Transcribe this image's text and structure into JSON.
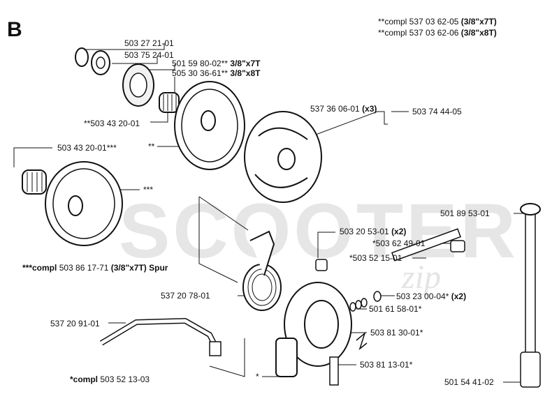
{
  "section_letter": "B",
  "watermark": {
    "main": "SCOOTER",
    "sub": "zip"
  },
  "header_notes": [
    {
      "text": "**compl 537 03 62-05 ",
      "bold": "(3/8\"x7T)"
    },
    {
      "text": "**compl 537 03 62-06 ",
      "bold": "(3/8\"x8T)"
    }
  ],
  "labels": {
    "p1": "503 27 21-01",
    "p2": "503 75 24-01",
    "p3a": "501 59 80-02** ",
    "p3a_b": "3/8\"x7T",
    "p3b": "505 30 36-61** ",
    "p3b_b": "3/8\"x8T",
    "p4": "**503 43 20-01",
    "p5": "503 43 20-01***",
    "p6": "**",
    "p7": "***",
    "p8": "537 36 06-01 ",
    "p8_b": "(x3)",
    "p9": "503 74 44-05",
    "p10": "501 89 53-01",
    "p11": "503 20 53-01 ",
    "p11_b": "(x2)",
    "p12": "*503 62 49-01",
    "p13": "*503 52 15-01",
    "p14": "537 20 78-01",
    "p15": "503 23 00-04* ",
    "p15_b": "(x2)",
    "p16": "501 61 58-01*",
    "p17": "537 20 91-01",
    "p18": "503 81 30-01*",
    "p19": "503 81 13-01*",
    "p20": "*",
    "p21": "501 54 41-02",
    "spur_note": "***compl",
    "spur_num": " 503 86 17-71 ",
    "spur_b": "(3/8\"x7T) Spur",
    "compl_note": "*compl",
    "compl_num": " 503 52 13-03"
  }
}
